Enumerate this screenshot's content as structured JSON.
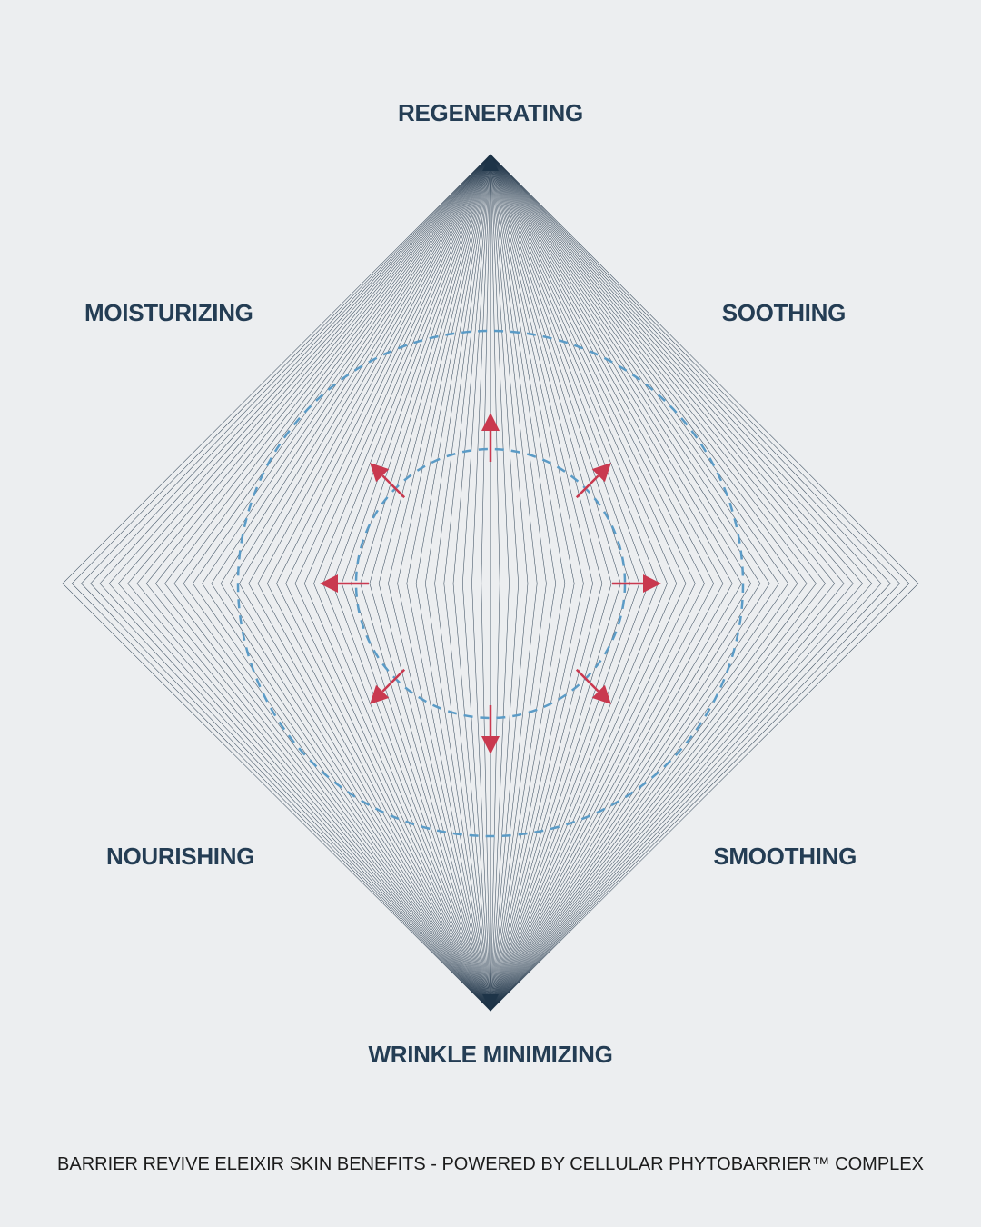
{
  "diagram": {
    "labels": {
      "top": "REGENERATING",
      "top_left": "MOISTURIZING",
      "top_right": "SOOTHING",
      "bottom_left": "NOURISHING",
      "bottom_right": "SMOOTHING",
      "bottom": "WRINKLE MINIMIZING"
    },
    "caption": "BARRIER REVIVE ELEIXIR SKIN BENEFITS - POWERED BY CELLULAR PHYTOBARRIER™ COMPLEX"
  },
  "colors": {
    "background": "#ECEEF0",
    "label_text": "#243D54",
    "line_art": "#1E3448",
    "dashed_circle": "#5B9BC6",
    "arrows": "#C9394F",
    "caption_text": "#1C1C1C"
  },
  "icons": [
    "outward-arrow-icon"
  ]
}
